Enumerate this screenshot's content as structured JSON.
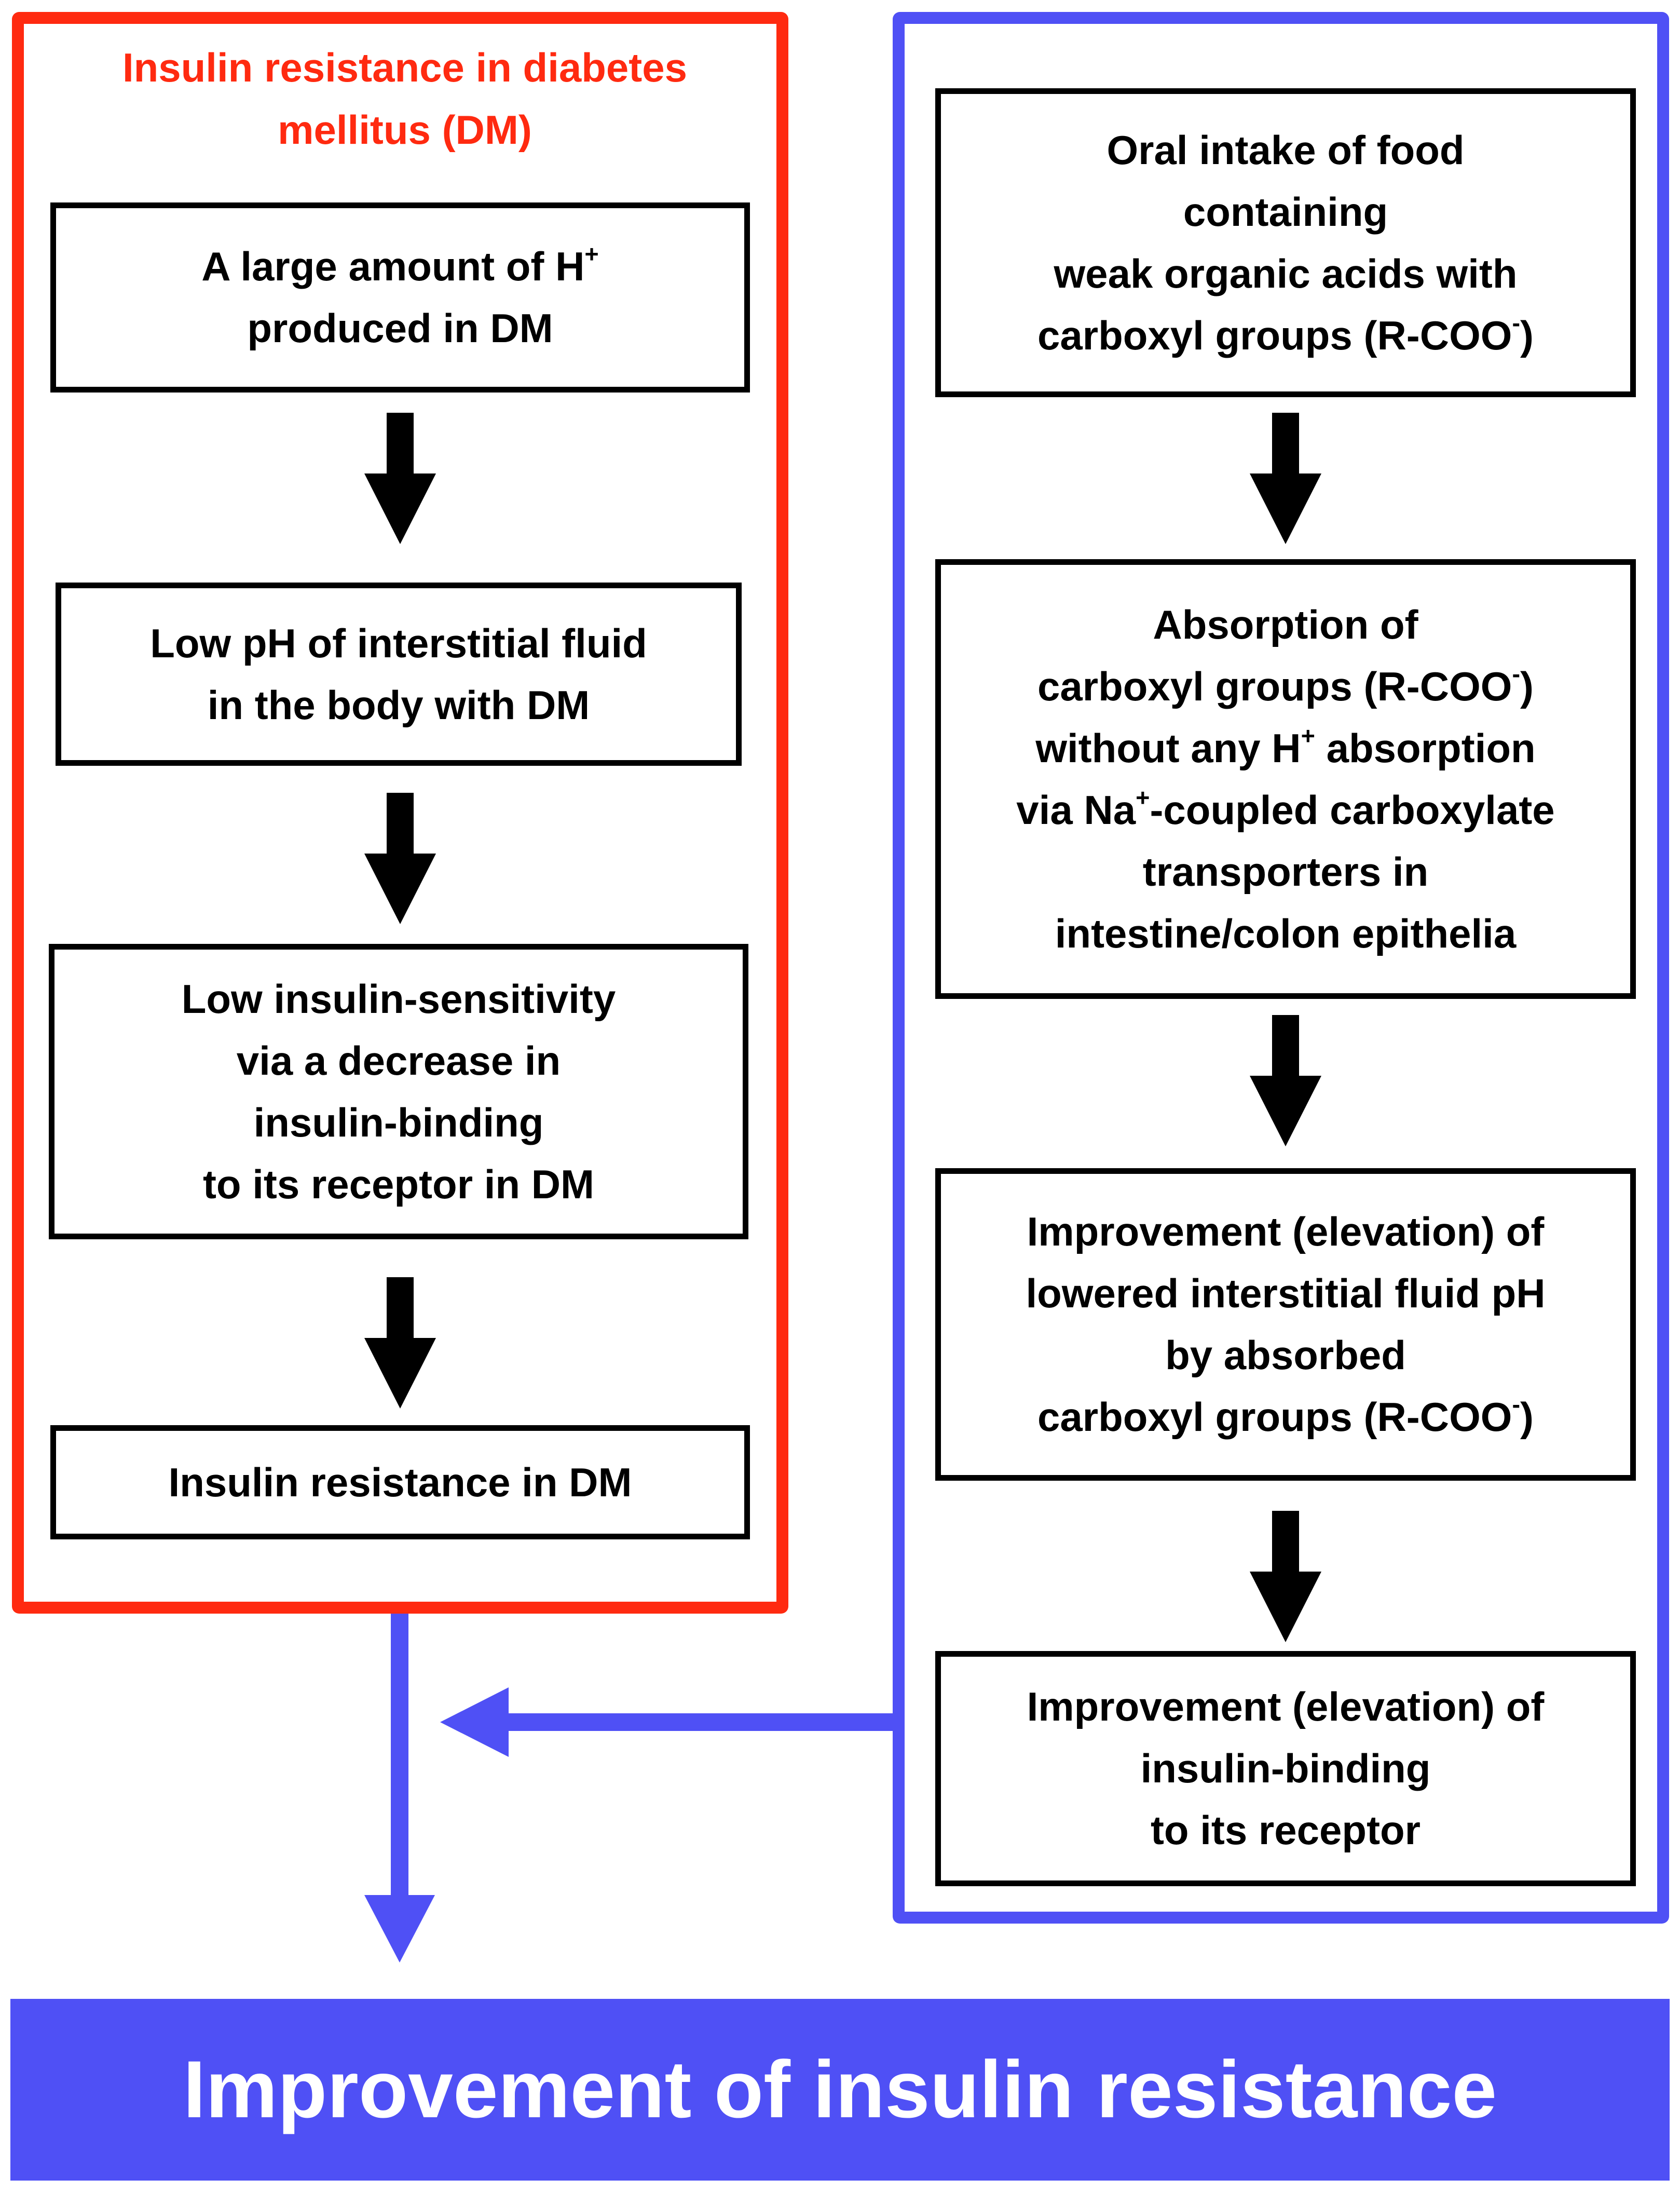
{
  "left_panel": {
    "title": "Insulin resistance in diabetes mellitus (DM)",
    "title_lines": [
      "Insulin resistance in diabetes",
      "mellitus (DM)"
    ],
    "steps": [
      {
        "lines": [
          "A large amount of H+",
          "produced in DM"
        ]
      },
      {
        "lines": [
          "Low pH of interstitial fluid",
          "in the body with DM"
        ]
      },
      {
        "lines": [
          "Low insulin-sensitivity",
          "via a decrease in",
          "insulin-binding",
          "to its receptor in DM"
        ]
      },
      {
        "lines": [
          "Insulin resistance in DM"
        ]
      }
    ]
  },
  "right_panel": {
    "steps": [
      {
        "lines": [
          "Oral intake of food",
          "containing",
          "weak organic acids with",
          "carboxyl groups (R-COO-)"
        ]
      },
      {
        "lines": [
          "Absorption of",
          "carboxyl groups (R-COO-)",
          "without any H+ absorption",
          "via Na+-coupled carboxylate",
          "transporters in",
          "intestine/colon epithelia"
        ]
      },
      {
        "lines": [
          "Improvement (elevation) of",
          "lowered interstitial fluid pH",
          "by absorbed",
          "carboxyl groups (R-COO-)"
        ]
      },
      {
        "lines": [
          "Improvement (elevation) of",
          "insulin-binding",
          "to its receptor"
        ]
      }
    ]
  },
  "outcome": {
    "label": "Improvement of insulin resistance"
  },
  "colors": {
    "left_accent": "#ff2a10",
    "right_accent": "#4f50f5",
    "arrow": "#000000",
    "outcome_text": "#ffffff"
  }
}
